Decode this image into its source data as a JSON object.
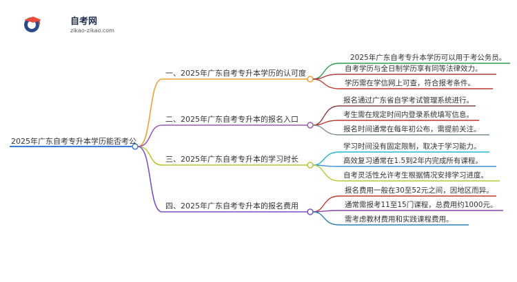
{
  "logo": {
    "title": "自考网",
    "subtitle": "zikao-zikao.com"
  },
  "root": "2025年广东自考专升本学历能否考公",
  "branches": [
    {
      "label": "一、2025年广东自考专升本学历的认可度",
      "color": "#f0a030",
      "leaves": [
        {
          "text": "2025年广东自考专升本学历可以用于考公务员。",
          "color": "#2e9a4a"
        },
        {
          "text": "自考学历与全日制学历享有同等法律效力。",
          "color": "#b03a3a"
        },
        {
          "text": "学历需在学信网上可查，符合报考条件。",
          "color": "#c0392b"
        }
      ]
    },
    {
      "label": "二、2025年广东自考专升本的报名入口",
      "color": "#9b59b6",
      "leaves": [
        {
          "text": "报名通过广东省自学考试管理系统进行。",
          "color": "#8e3b3b"
        },
        {
          "text": "考生需在规定时间内登录系统填写信息。",
          "color": "#c0392b"
        },
        {
          "text": "报名时间通常在每年初公布，需提前关注。",
          "color": "#7f8c8d"
        }
      ]
    },
    {
      "label": "三、2025年广东自考专升本的学习时长",
      "color": "#b5c832",
      "leaves": [
        {
          "text": "学习时间没有固定限制，取决于学习能力。",
          "color": "#27b5d6"
        },
        {
          "text": "高效复习通常在1.5到2年内完成所有课程。",
          "color": "#3a8fd6"
        },
        {
          "text": "自考灵活性允许考生根据情况安排学习进度。",
          "color": "#b5c832"
        }
      ]
    },
    {
      "label": "四、2025年广东自考专升本的报名费用",
      "color": "#7b4fc9",
      "leaves": [
        {
          "text": "报名费用一般在30至52元之间，因地区而异。",
          "color": "#c0392b"
        },
        {
          "text": "通常需报考11至15门课程，总费用约1000元。",
          "color": "#8e44ad"
        },
        {
          "text": "需考虑教材费用和实践课程费用。",
          "color": "#2980b9"
        }
      ]
    }
  ]
}
